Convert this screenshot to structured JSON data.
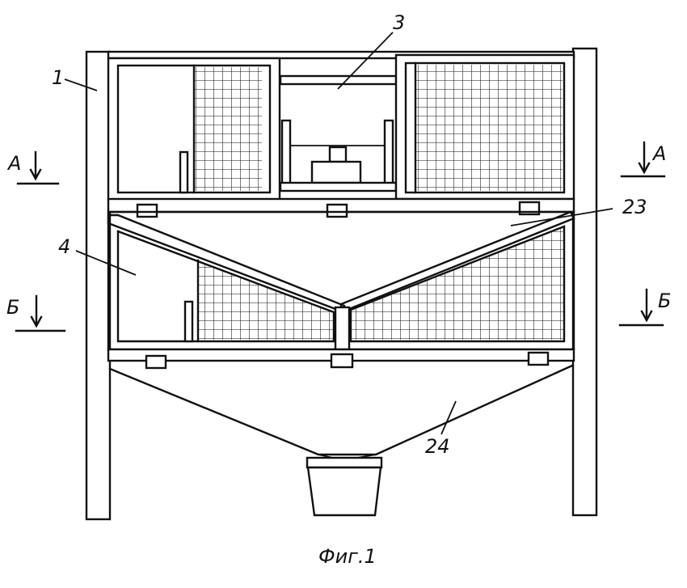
{
  "labels": {
    "frame": "1",
    "mechanism": "3",
    "cage": "4",
    "tray": "23",
    "hopper": "24"
  },
  "section_marks": {
    "a_left": "A",
    "a_right": "A",
    "b_left": "Б",
    "b_right": "Б"
  },
  "caption": "Фиг.1",
  "colors": {
    "ink": "#111111",
    "paper": "#ffffff"
  }
}
